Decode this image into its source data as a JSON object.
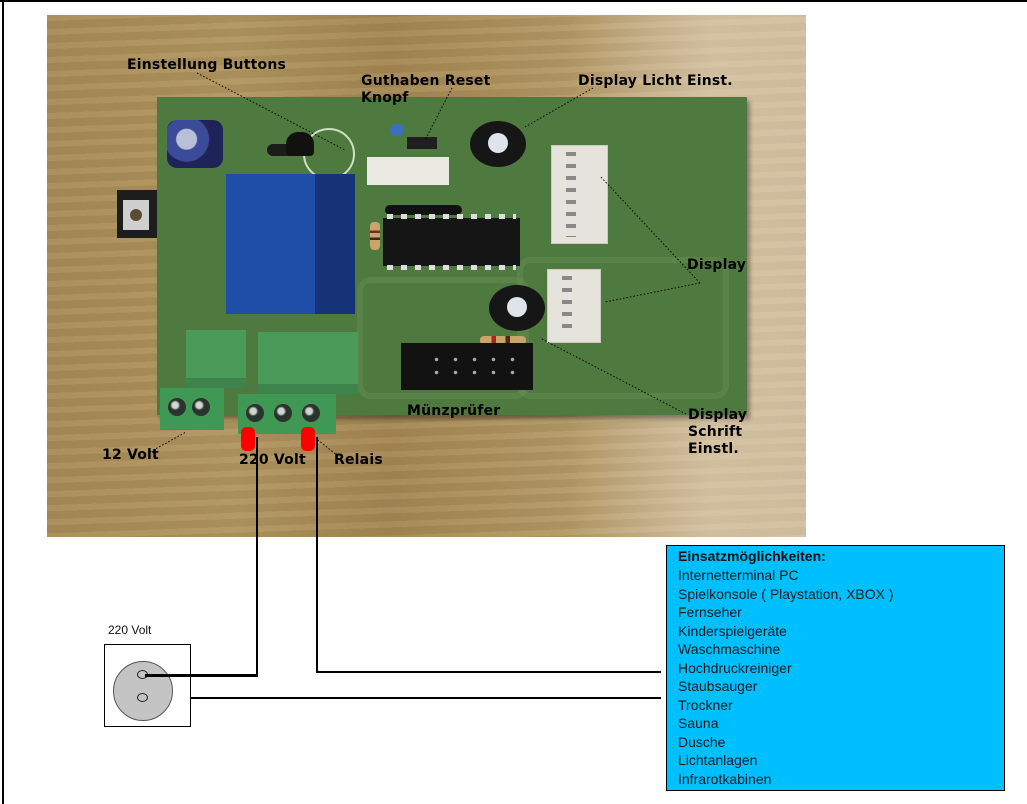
{
  "labels": {
    "settings_buttons": "Einstellung Buttons",
    "credit_reset_line1": "Guthaben Reset",
    "credit_reset_line2": "Knopf",
    "display_light": "Display Licht Einst.",
    "display": "Display",
    "display_font_line1": "Display",
    "display_font_line2": "Schrift",
    "display_font_line3": "Einstl.",
    "coin_validator": "Münzprüfer",
    "volt12": "12 Volt",
    "volt220": "220 Volt",
    "relay": "Relais"
  },
  "socket": {
    "caption": "220 Volt"
  },
  "uses": {
    "title": "Einsatzmöglichkeiten:",
    "items": [
      "Internetterminal PC",
      "Spielkonsole  ( Playstation, XBOX )",
      "Fernseher",
      "Kinderspielgeräte",
      "Waschmaschine",
      "Hochdruckreiniger",
      "Staubsauger",
      "Trockner",
      "Sauna",
      "Dusche",
      "Lichtanlagen",
      "Infrarotkabinen"
    ]
  },
  "colors": {
    "uses_box": "#00bfff",
    "marker": "#ff0000",
    "pcb": "#4f7a3f",
    "relay": "#1f4ea8"
  }
}
